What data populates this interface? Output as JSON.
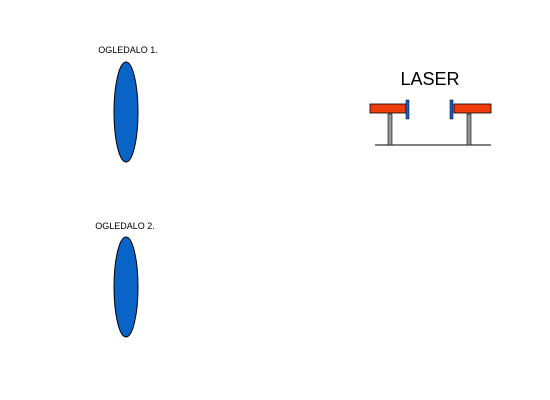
{
  "mirror_1": {
    "label": "OGLEDALO 1."
  },
  "mirror_2": {
    "label": "OGLEDALO 2."
  },
  "laser": {
    "label": "LASER"
  },
  "colors": {
    "mirror_fill": "#0a64c8",
    "mirror_stroke": "#000000",
    "laser_body": "#f03c0a",
    "laser_plate": "#1e5ac8",
    "stand": "#969696",
    "line": "#000000",
    "background": "#ffffff"
  }
}
